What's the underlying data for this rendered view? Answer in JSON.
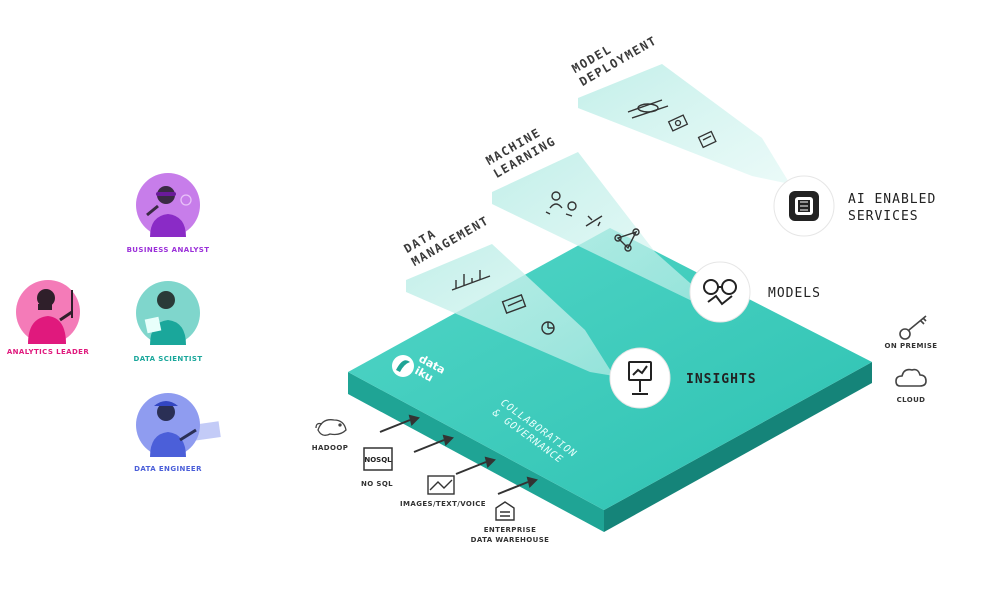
{
  "personas": [
    {
      "key": "business-analyst",
      "label": "BUSINESS ANALYST",
      "color": "#9b30d9",
      "bg": "#c77dea"
    },
    {
      "key": "analytics-leader",
      "label": "ANALYTICS LEADER",
      "color": "#e0197d",
      "bg": "#f47bb8"
    },
    {
      "key": "data-scientist",
      "label": "DATA SCIENTIST",
      "color": "#1aa79b",
      "bg": "#7fd6cc"
    },
    {
      "key": "data-engineer",
      "label": "DATA ENGINEER",
      "color": "#4b5fd9",
      "bg": "#8f9cf0"
    }
  ],
  "sources": {
    "hadoop": "HADOOP",
    "nosql_icon": "NOSQL",
    "nosql": "NO SQL",
    "images": "IMAGES/TEXT/VOICE",
    "edw_line1": "ENTERPRISE",
    "edw_line2": "DATA WAREHOUSE"
  },
  "stages": {
    "data_management": [
      "DATA",
      "MANAGEMENT"
    ],
    "machine_learning": [
      "MACHINE",
      "LEARNING"
    ],
    "model_deployment": [
      "MODEL",
      "DEPLOYMENT"
    ]
  },
  "outputs": {
    "insights": "INSIGHTS",
    "models": "MODELS",
    "ai_line1": "AI ENABLED",
    "ai_line2": "SERVICES"
  },
  "platform": {
    "logo_line1": "data",
    "logo_line2": "iku",
    "collab_line1": "COLLABORATION",
    "collab_line2": "& GOVERNANCE"
  },
  "deployment": {
    "on_premise": "ON PREMISE",
    "cloud": "CLOUD"
  },
  "colors": {
    "platform_top": "#33c9b9",
    "platform_left": "#1fa495",
    "platform_right": "#178a7e",
    "beam": "#aee9e1"
  }
}
